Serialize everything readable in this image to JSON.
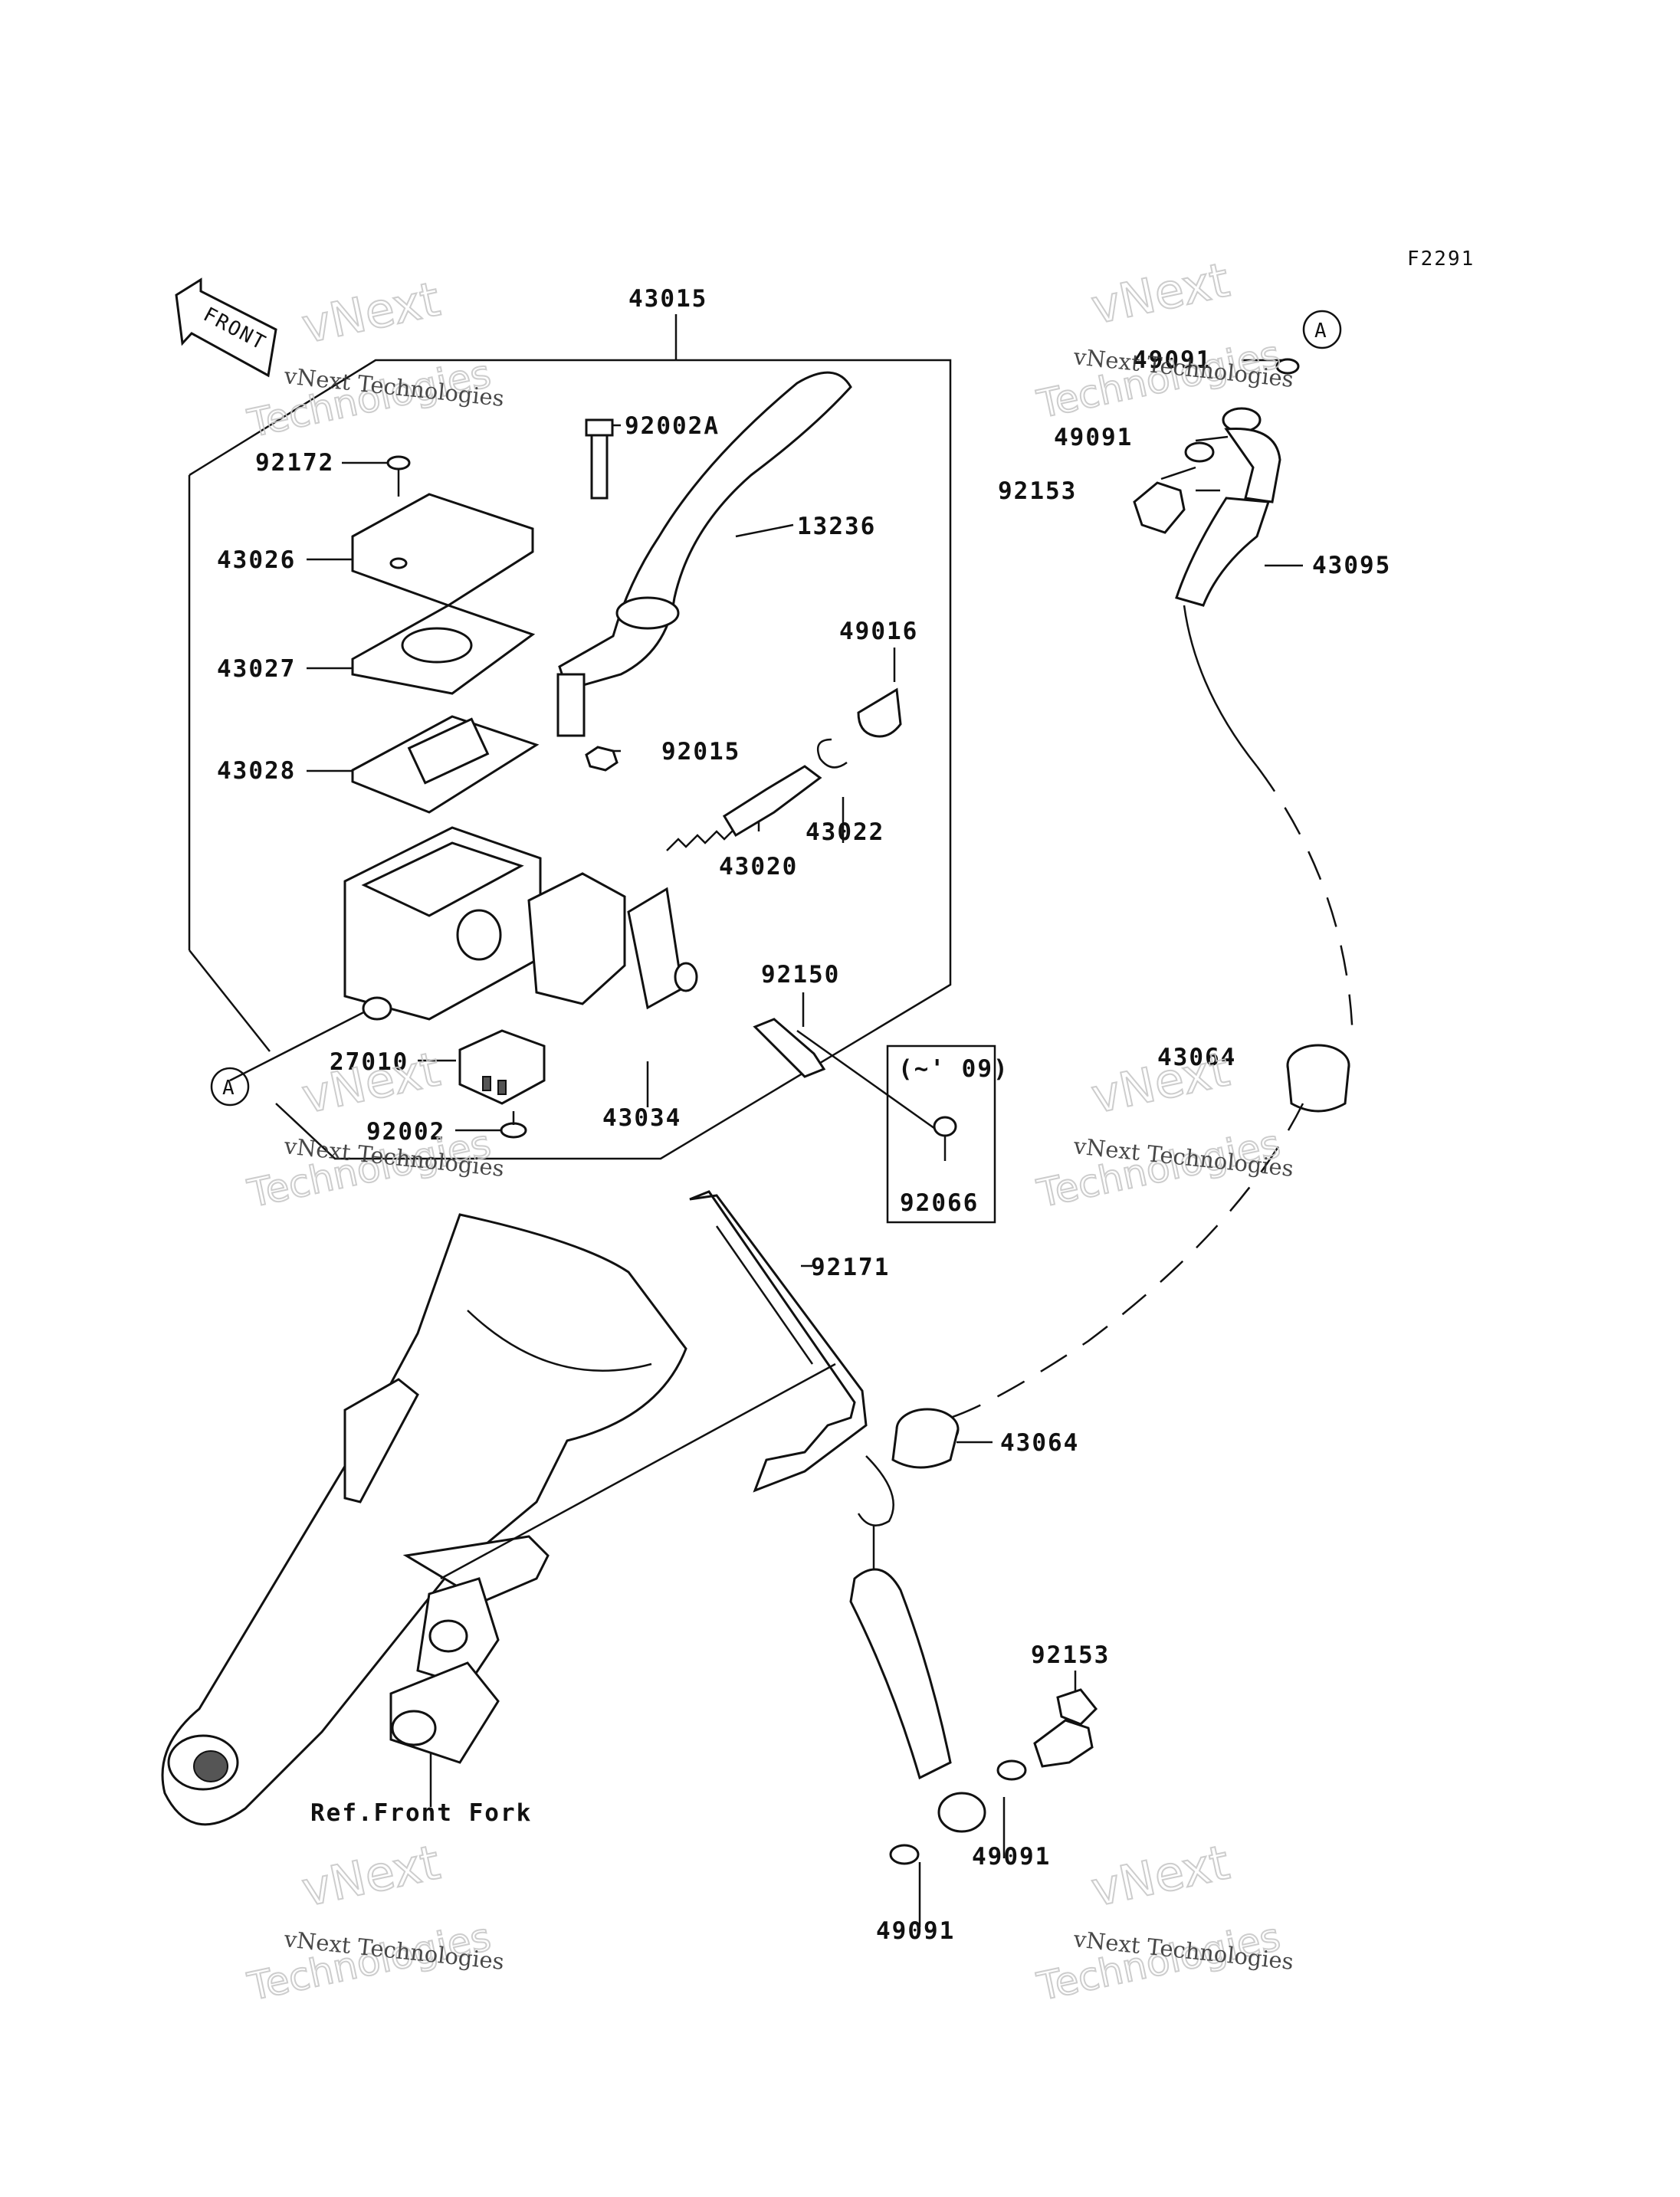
{
  "figure_code": "F2291",
  "front_label": "FRONT",
  "ref_label": "Ref.Front Fork",
  "note_box_label": "(~' 09)",
  "callout_a": "A",
  "watermark": {
    "line1": "vNext Technologies",
    "line2": "vNext",
    "line3": "Technologies"
  },
  "parts": {
    "p43015": "43015",
    "p92002A": "92002A",
    "p92172": "92172",
    "p13236": "13236",
    "p43026": "43026",
    "p43027": "43027",
    "p49016": "49016",
    "p43028": "43028",
    "p92015": "92015",
    "p43022": "43022",
    "p43020": "43020",
    "p92150": "92150",
    "p27010": "27010",
    "p43034": "43034",
    "p92002": "92002",
    "p92066": "92066",
    "p92171": "92171",
    "p43064a": "43064",
    "p43064b": "43064",
    "p49091a": "49091",
    "p49091b": "49091",
    "p49091c": "49091",
    "p49091d": "49091",
    "p92153a": "92153",
    "p92153b": "92153",
    "p43095": "43095"
  }
}
